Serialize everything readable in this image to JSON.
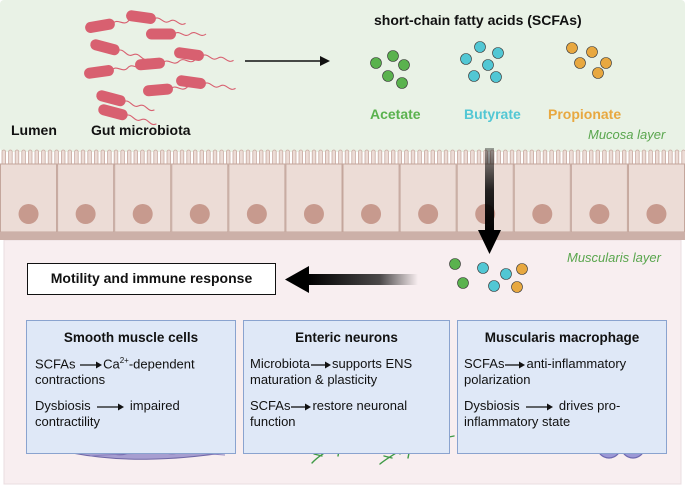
{
  "labels": {
    "scfa_title": "short-chain fatty acids (SCFAs)",
    "lumen": "Lumen",
    "gut_microbiota": "Gut microbiota",
    "mucosa_layer": "Mucosa layer",
    "muscularis_layer": "Muscularis layer",
    "motility_box": "Motility and immune response"
  },
  "acids": [
    {
      "name": "Acetate",
      "color": "#5ab24e"
    },
    {
      "name": "Butyrate",
      "color": "#52c7d4"
    },
    {
      "name": "Propionate",
      "color": "#e8a840"
    }
  ],
  "panels": {
    "smooth": {
      "title": "Smooth muscle cells",
      "l1a": "SCFAs",
      "l1b_pre": "Ca",
      "l1b_sup": "2+",
      "l1b_post": "-dependent",
      "l2": "contractions",
      "l3a": "Dysbiosis",
      "l3b": "impaired",
      "l4": "contractility"
    },
    "enteric": {
      "title": "Enteric neurons",
      "l1a": "Microbiota",
      "l1b": "supports ENS",
      "l2": "maturation & plasticity",
      "l3a": "SCFAs",
      "l3b": "restore neuronal",
      "l4": "function"
    },
    "macrophage": {
      "title": "Muscularis macrophage",
      "l1a": "SCFAs",
      "l1b": "anti-inflammatory",
      "l2": "polarization",
      "l3a": "Dysbiosis",
      "l3b": "drives pro-",
      "l4": "inflammatory state"
    }
  },
  "colors": {
    "lumen_bg": "#e9f2e6",
    "cell_fill": "#ecdcd6",
    "nucleus": "#c79a8e",
    "muscularis_bg": "#f8eef0",
    "panel_bg": "#dfe8f7",
    "bacteria": "#d86070"
  }
}
